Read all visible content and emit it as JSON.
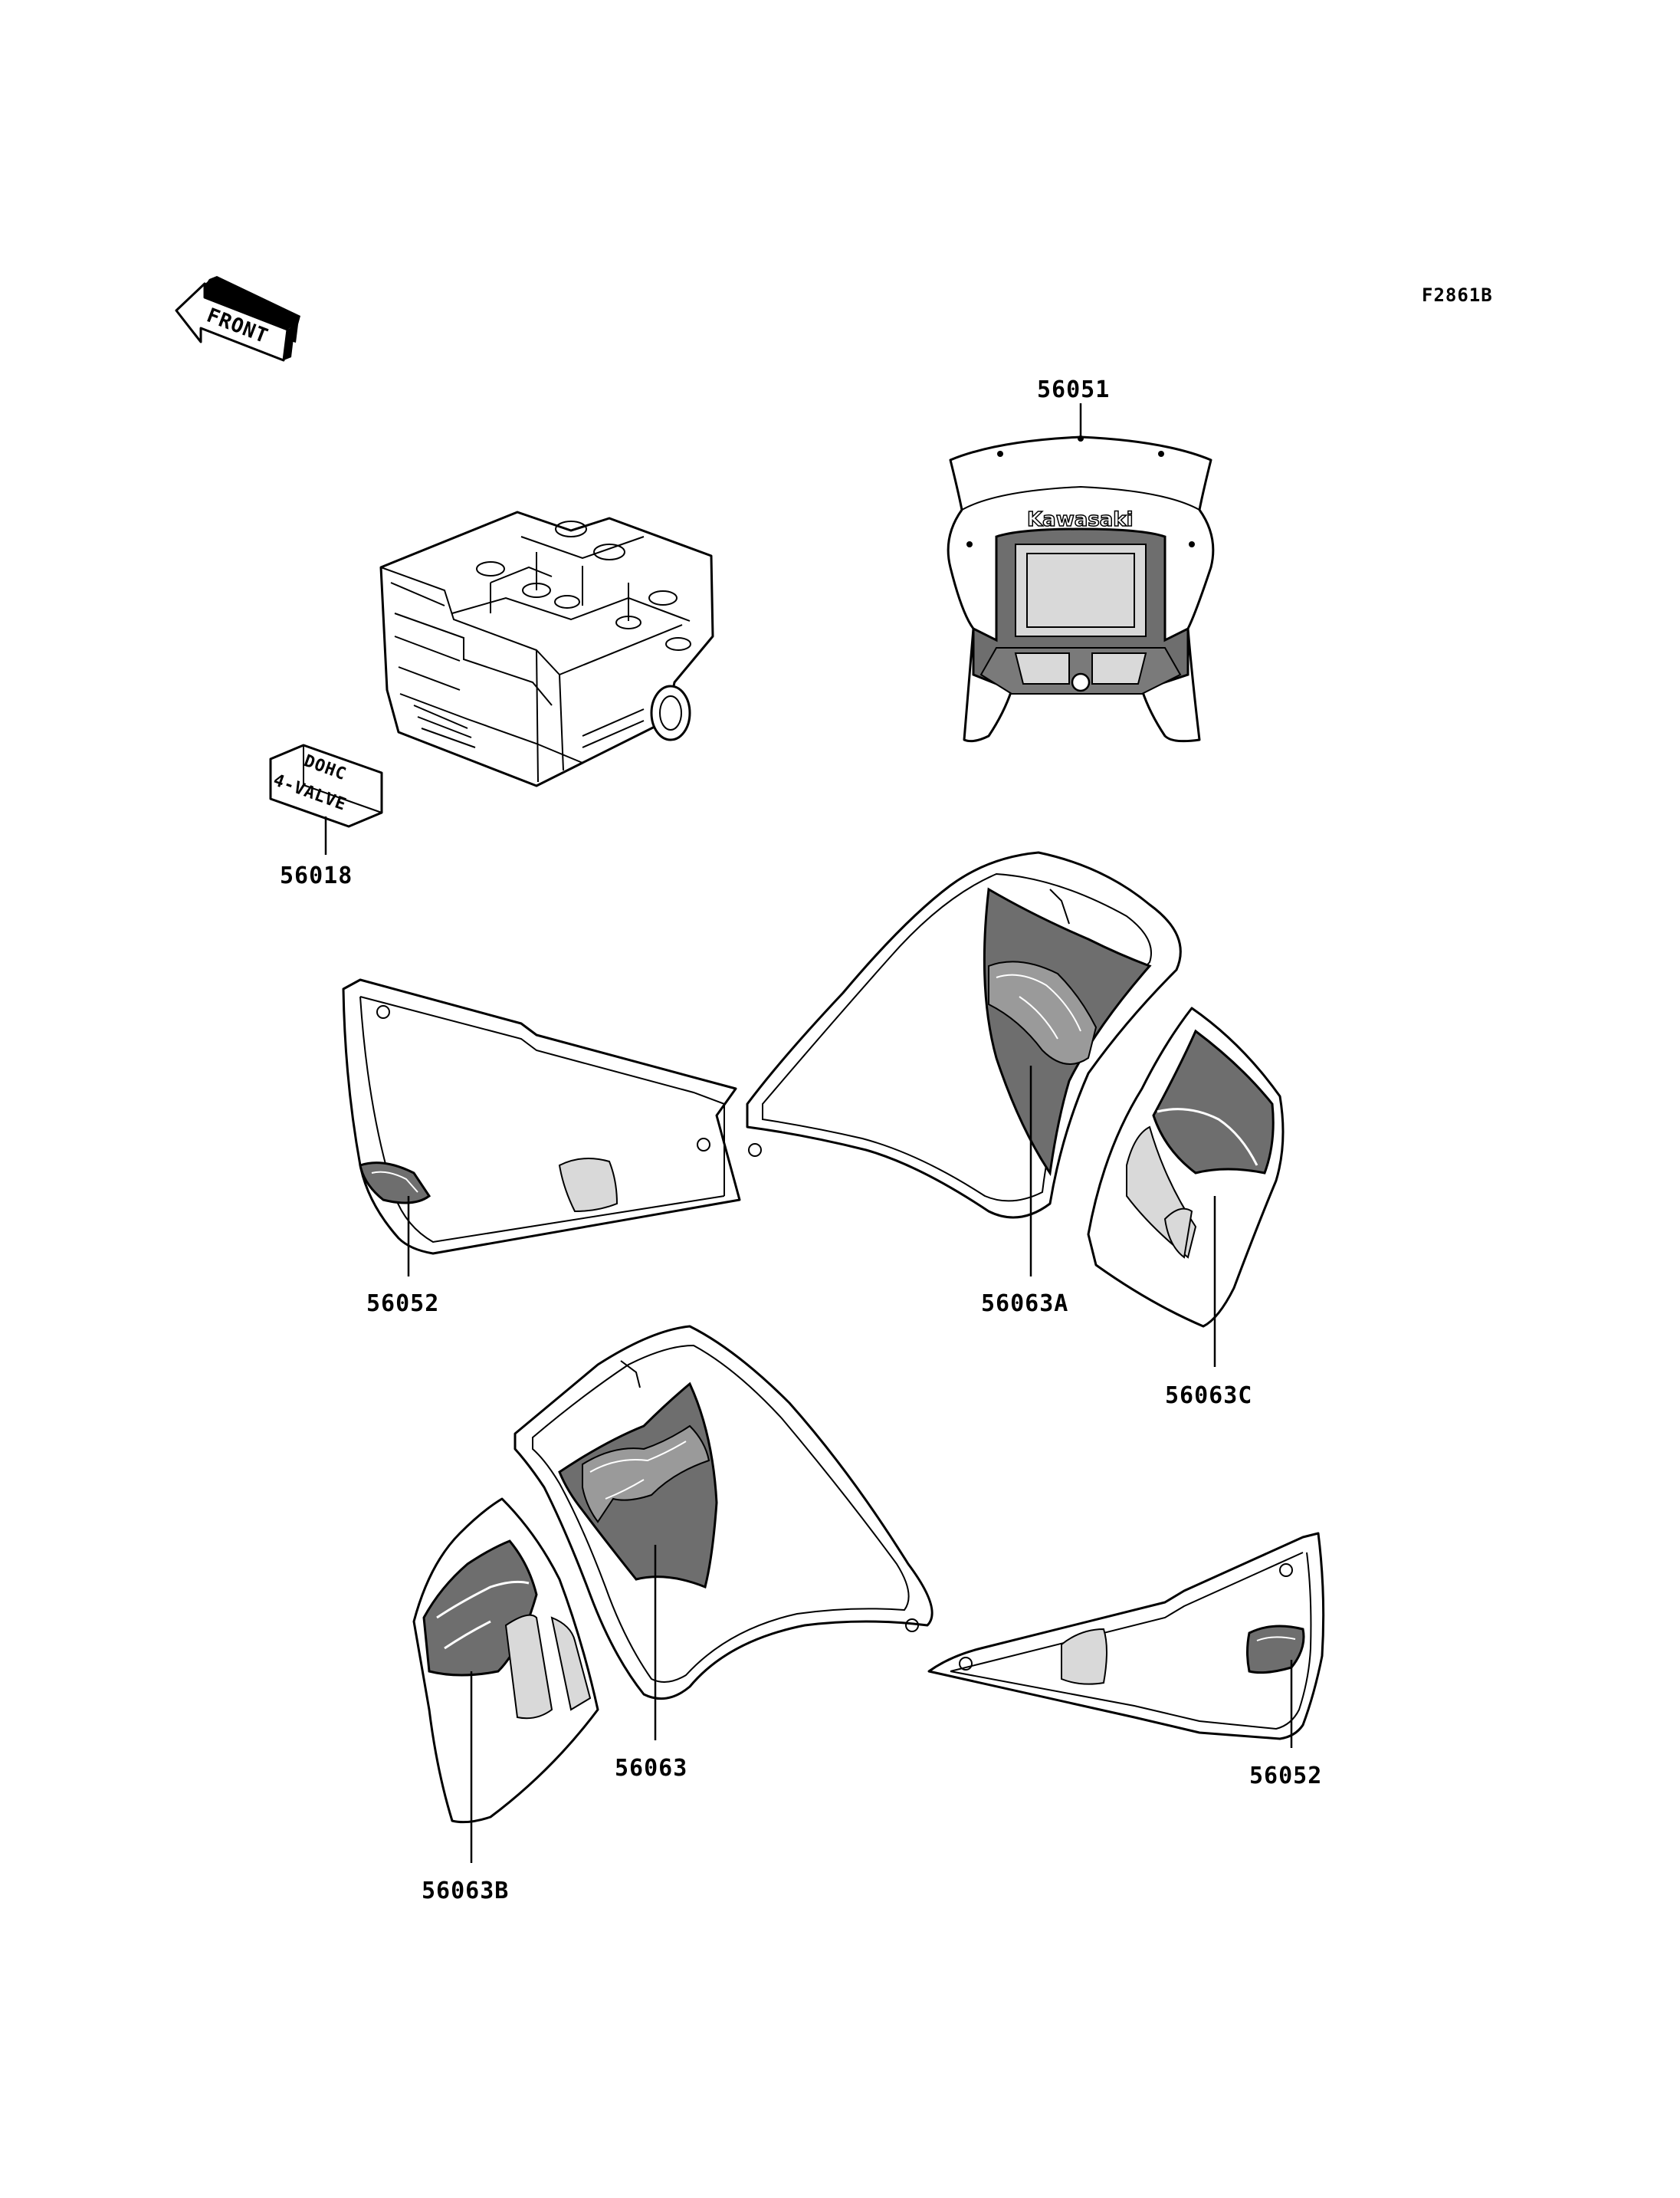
{
  "figure_code": "F2861B",
  "front_arrow": {
    "text": "FRONT"
  },
  "decal_56018": {
    "line1": "DOHC",
    "line2": "4-VALVE"
  },
  "fairing_56051": {
    "brand": "Kawasaki"
  },
  "parts": [
    {
      "id": "p1",
      "label": "56051"
    },
    {
      "id": "p2",
      "label": "56018"
    },
    {
      "id": "p3",
      "label": "56052"
    },
    {
      "id": "p4",
      "label": "56063A"
    },
    {
      "id": "p5",
      "label": "56063C"
    },
    {
      "id": "p6",
      "label": "56063"
    },
    {
      "id": "p7",
      "label": "56052"
    },
    {
      "id": "p8",
      "label": "56063B"
    }
  ]
}
